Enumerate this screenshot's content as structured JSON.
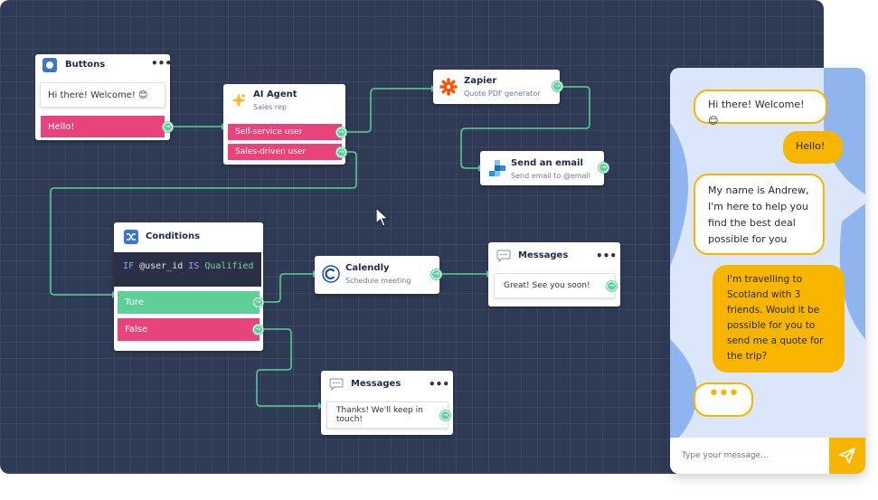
{
  "nodes": {
    "buttons": {
      "title": "Buttons",
      "message": "Hi there! Welcome! 😊",
      "option": "Hello!"
    },
    "ai_agent": {
      "title": "AI Agent",
      "subtitle": "Sales rep",
      "options": [
        "Self-service user",
        "Sales-driven user"
      ]
    },
    "zapier": {
      "title": "Zapier",
      "subtitle": "Quote PDF generator"
    },
    "send_email": {
      "title": "Send an email",
      "subtitle": "Send email to @email"
    },
    "conditions": {
      "title": "Conditions",
      "code_kw1": "IF",
      "code_var": "@user_id",
      "code_kw2": "IS",
      "code_val": "Qualified",
      "true_label": "Ture",
      "false_label": "False"
    },
    "calendly": {
      "title": "Calendly",
      "subtitle": "Schedule meeting"
    },
    "messages_top": {
      "title": "Messages",
      "text": "Great! See you soon!"
    },
    "messages_bottom": {
      "title": "Messages",
      "text": "Thanks! We'll keep in touch!"
    }
  },
  "chat": {
    "messages": [
      {
        "from": "bot",
        "text": "Hi there! Welcome! 😊"
      },
      {
        "from": "user",
        "text": "Hello!"
      },
      {
        "from": "bot",
        "text": "My name is Andrew, I'm here to help you find the best deal possible for you"
      },
      {
        "from": "user",
        "text": "I'm travelling to Scotland with 3 friends. Would it be possible for you to send me a quote for the trip?"
      }
    ],
    "typing": "•••",
    "input_placeholder": "Type your message..."
  },
  "colors": {
    "canvas": "#2f3a55",
    "wire": "#5fcf9a",
    "pink": "#e8437a",
    "green": "#5fcf9a",
    "accent": "#f7b500",
    "code_bg": "#2b3047"
  },
  "icons": {
    "buttons": "circle-button-icon",
    "ai_agent": "sparkle-icon",
    "zapier": "zapier-asterisk-icon",
    "send_email": "blocks-icon",
    "conditions": "shuffle-icon",
    "calendly": "calendly-c-icon",
    "messages": "speech-bubble-icon",
    "send": "paper-plane-icon"
  }
}
